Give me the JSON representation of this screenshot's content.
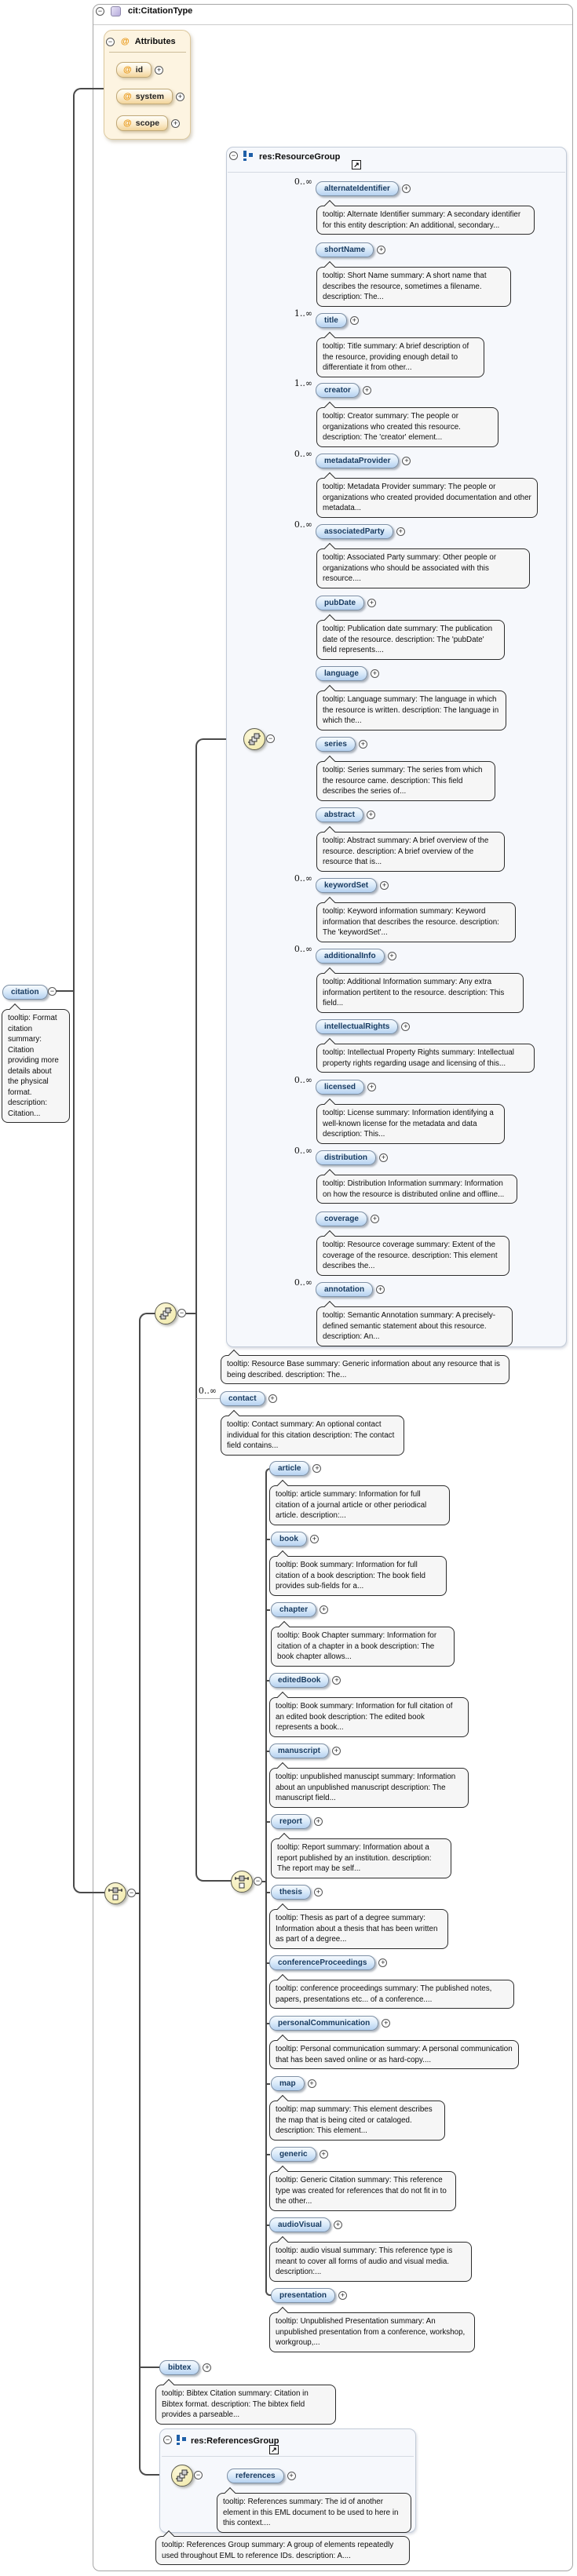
{
  "window": {
    "type_title": "cit:CitationType"
  },
  "glyphs": {
    "minus": "−",
    "plus": "+",
    "at_symbol": "@",
    "external_link": "↗"
  },
  "attributes": {
    "header": "Attributes",
    "items": [
      {
        "label": "id"
      },
      {
        "label": "system"
      },
      {
        "label": "scope"
      }
    ]
  },
  "citation_element": {
    "label": "citation",
    "tooltip": "tooltip: Format citation summary: Citation providing more details about the physical format. description: Citation..."
  },
  "resource_group": {
    "header": "res:ResourceGroup",
    "box_tooltip": "tooltip: Resource Base summary: Generic information about any resource that is being described. description: The...",
    "items": [
      {
        "label": "alternateIdentifier",
        "occ": "0..∞",
        "tooltip": "tooltip: Alternate Identifier summary: A secondary identifier for this entity description: An additional, secondary..."
      },
      {
        "label": "shortName",
        "occ": "",
        "tooltip": "tooltip: Short Name summary: A short name that describes the resource, sometimes a filename. description: The..."
      },
      {
        "label": "title",
        "occ": "1..∞",
        "tooltip": "tooltip: Title summary: A brief description of the resource, providing enough detail to differentiate it from other..."
      },
      {
        "label": "creator",
        "occ": "1..∞",
        "tooltip": "tooltip: Creator summary: The people or organizations who created this resource. description: The 'creator' element..."
      },
      {
        "label": "metadataProvider",
        "occ": "0..∞",
        "tooltip": "tooltip: Metadata Provider summary: The people or organizations who created provided documentation and other metadata..."
      },
      {
        "label": "associatedParty",
        "occ": "0..∞",
        "tooltip": "tooltip: Associated Party summary: Other people or organizations who should be associated with this resource...."
      },
      {
        "label": "pubDate",
        "occ": "",
        "tooltip": "tooltip: Publication date summary: The publication date of the resource. description: The 'pubDate' field represents...."
      },
      {
        "label": "language",
        "occ": "",
        "tooltip": "tooltip: Language summary: The language in which the resource is written. description: The language in which the..."
      },
      {
        "label": "series",
        "occ": "",
        "tooltip": "tooltip: Series summary: The series from which the resource came. description: This field describes the series of..."
      },
      {
        "label": "abstract",
        "occ": "",
        "tooltip": "tooltip: Abstract summary: A brief overview of the resource. description: A brief overview of the resource that is..."
      },
      {
        "label": "keywordSet",
        "occ": "0..∞",
        "tooltip": "tooltip: Keyword information summary: Keyword information that describes the resource. description: The 'keywordSet'..."
      },
      {
        "label": "additionalInfo",
        "occ": "0..∞",
        "tooltip": "tooltip: Additional Information summary: Any extra information pertitent to the resource. description: This field..."
      },
      {
        "label": "intellectualRights",
        "occ": "",
        "tooltip": "tooltip: Intellectual Property Rights summary: Intellectual property rights regarding usage and licensing of this..."
      },
      {
        "label": "licensed",
        "occ": "0..∞",
        "tooltip": "tooltip: License summary: Information identifying a well-known license for the metadata and data description: This..."
      },
      {
        "label": "distribution",
        "occ": "0..∞",
        "tooltip": "tooltip: Distribution Information summary: Information on how the resource is distributed online and offline..."
      },
      {
        "label": "coverage",
        "occ": "",
        "tooltip": "tooltip: Resource coverage summary: Extent of the coverage of the resource. description: This element describes the..."
      },
      {
        "label": "annotation",
        "occ": "0..∞",
        "tooltip": "tooltip: Semantic Annotation summary: A precisely-defined semantic statement about this resource. description: An..."
      }
    ]
  },
  "contact_element": {
    "label": "contact",
    "occ": "0..∞",
    "tooltip": "tooltip: Contact summary: An optional contact individual for this citation description: The contact field contains..."
  },
  "publication_choice": {
    "items": [
      {
        "label": "article",
        "tooltip": "tooltip: article summary: Information for full citation of a journal article or other periodical article. description:..."
      },
      {
        "label": "book",
        "tooltip": "tooltip: Book summary: Information for full citation of a book description: The book field provides sub-fields for a..."
      },
      {
        "label": "chapter",
        "tooltip": "tooltip: Book Chapter summary: Information for citation of a chapter in a book description: The book chapter allows..."
      },
      {
        "label": "editedBook",
        "tooltip": "tooltip: Book summary: Information for full citation of an edited book description: The edited book represents a book..."
      },
      {
        "label": "manuscript",
        "tooltip": "tooltip: unpublished manuscipt summary: Information about an unpublished manuscript description: The manuscript field..."
      },
      {
        "label": "report",
        "tooltip": "tooltip: Report summary: Information about a report published by an institution. description: The report may be self..."
      },
      {
        "label": "thesis",
        "tooltip": "tooltip: Thesis as part of a degree summary: Information about a thesis that has been written as part of a degree..."
      },
      {
        "label": "conferenceProceedings",
        "tooltip": "tooltip: conference proceedings summary: The published notes, papers, presentations etc... of a conference...."
      },
      {
        "label": "personalCommunication",
        "tooltip": "tooltip: Personal communication summary: A personal communication that has been saved online or as hard-copy...."
      },
      {
        "label": "map",
        "tooltip": "tooltip: map summary: This element describes the map that is being cited or cataloged. description: This element..."
      },
      {
        "label": "generic",
        "tooltip": "tooltip: Generic Citation summary: This reference type was created for references that do not fit in to the other..."
      },
      {
        "label": "audioVisual",
        "tooltip": "tooltip: audio visual summary: This reference type is meant to cover all forms of audio and visual media. description:..."
      },
      {
        "label": "presentation",
        "tooltip": "tooltip: Unpublished Presentation summary: An unpublished presentation from a conference, workshop, workgroup,..."
      }
    ]
  },
  "bibtex_element": {
    "label": "bibtex",
    "tooltip": "tooltip: Bibtex Citation summary: Citation in Bibtex format. description: The bibtex field provides a parseable..."
  },
  "references_group": {
    "header": "res:ReferencesGroup",
    "box_tooltip": "tooltip: References Group summary: A group of elements repeatedly used throughout EML to reference IDs. description: A....",
    "references_element": {
      "label": "references",
      "tooltip": "tooltip: References summary: The id of another element in this EML document to be used to here in this context...."
    }
  }
}
